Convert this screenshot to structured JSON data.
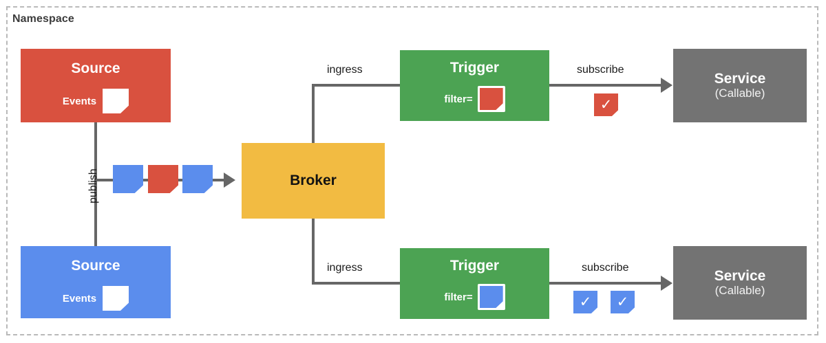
{
  "namespace": {
    "label": "Namespace"
  },
  "nodes": {
    "source_red": {
      "title": "Source",
      "events_label": "Events",
      "color": "#d9513f",
      "event_card_color": "#ffffff"
    },
    "source_blue": {
      "title": "Source",
      "events_label": "Events",
      "color": "#5b8ded",
      "event_card_color": "#ffffff"
    },
    "broker": {
      "title": "Broker",
      "color": "#f2bb42"
    },
    "trigger_top": {
      "title": "Trigger",
      "filter_label": "filter=",
      "color": "#4ca353",
      "filter_card_color": "#d9513f"
    },
    "trigger_bottom": {
      "title": "Trigger",
      "filter_label": "filter=",
      "color": "#4ca353",
      "filter_card_color": "#5b8ded"
    },
    "service_top": {
      "title": "Service",
      "subtitle": "(Callable)",
      "color": "#737373"
    },
    "service_bottom": {
      "title": "Service",
      "subtitle": "(Callable)",
      "color": "#737373"
    }
  },
  "edges": {
    "publish": "publish",
    "ingress_top": "ingress",
    "ingress_bottom": "ingress",
    "subscribe_top": "subscribe",
    "subscribe_bottom": "subscribe"
  },
  "event_stream": {
    "chips": [
      {
        "color": "#5b8ded",
        "kind": "blue-event"
      },
      {
        "color": "#d9513f",
        "kind": "red-event"
      },
      {
        "color": "#5b8ded",
        "kind": "blue-event"
      }
    ]
  },
  "delivery_badges": {
    "top": [
      {
        "glyph": "✓",
        "color": "#d9513f"
      }
    ],
    "bottom": [
      {
        "glyph": "✓",
        "color": "#5b8ded"
      },
      {
        "glyph": "✓",
        "color": "#5b8ded"
      }
    ]
  },
  "palette": {
    "red": "#d9513f",
    "blue": "#5b8ded",
    "green": "#4ca353",
    "yellow": "#f2bb42",
    "gray": "#737373",
    "line": "#666666",
    "dashed_border": "#b9b9b9",
    "text_dark": "#1a1a1a"
  }
}
